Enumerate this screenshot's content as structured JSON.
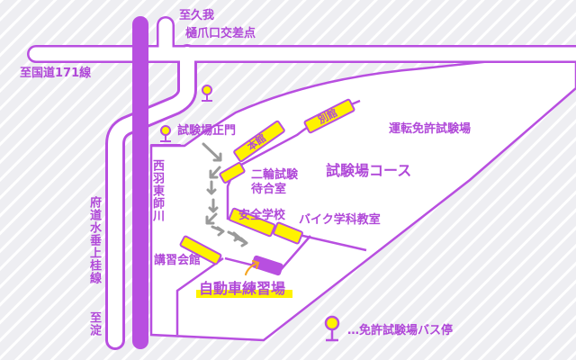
{
  "colors": {
    "purple": "#b84fe0",
    "yellow": "#fff200",
    "background": "#eeeef2",
    "stripe": "#ffffff",
    "arrow": "#9a9a9a",
    "orange": "#f5a623"
  },
  "labels": {
    "kuga": "至久我",
    "intersection": "樋爪口交差点",
    "route171": "至国道171線",
    "main_gate": "試験場正門",
    "river": "西羽東師川",
    "prefectural_road": "府道水垂上桂線",
    "yodo": "至淀",
    "main_building": "本館",
    "annex": "別館",
    "driving_test": "運転免許試験場",
    "course": "試験場コース",
    "two_wheel_room": "二輪試験待合室",
    "safety_school": "安全学校",
    "bike_classroom": "バイク学科教室",
    "lecture_hall": "講習会館",
    "car_park": "自動車練習場"
  },
  "legend": {
    "icon": "bus-stop-icon",
    "text": "…免許試験場バス停"
  }
}
